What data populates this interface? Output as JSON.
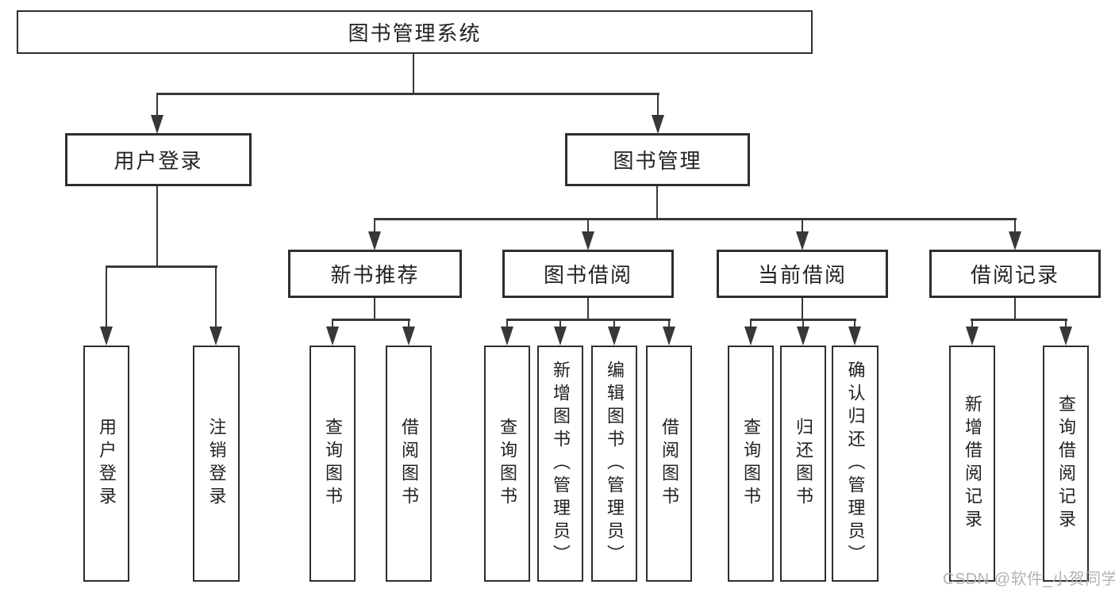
{
  "watermark": "CSDN @软件_小贺同学",
  "colors": {
    "background": "#ffffff",
    "box_border": "#2e2e2e",
    "line": "#383838",
    "text": "#222222",
    "watermark_text": "#b3b3b3"
  },
  "chart_type": "tree-diagram",
  "tree": {
    "root": "图书管理系统",
    "children": [
      {
        "label": "用户登录",
        "leaves": [
          "用户登录",
          "注销登录"
        ]
      },
      {
        "label": "图书管理",
        "children": [
          {
            "label": "新书推荐",
            "leaves": [
              "查询图书",
              "借阅图书"
            ]
          },
          {
            "label": "图书借阅",
            "leaves": [
              "查询图书",
              "新增图书（管理员）",
              "编辑图书（管理员）",
              "借阅图书"
            ]
          },
          {
            "label": "当前借阅",
            "leaves": [
              "查询图书",
              "归还图书",
              "确认归还（管理员）"
            ]
          },
          {
            "label": "借阅记录",
            "leaves": [
              "新增借阅记录",
              "查询借阅记录"
            ]
          }
        ]
      }
    ]
  }
}
